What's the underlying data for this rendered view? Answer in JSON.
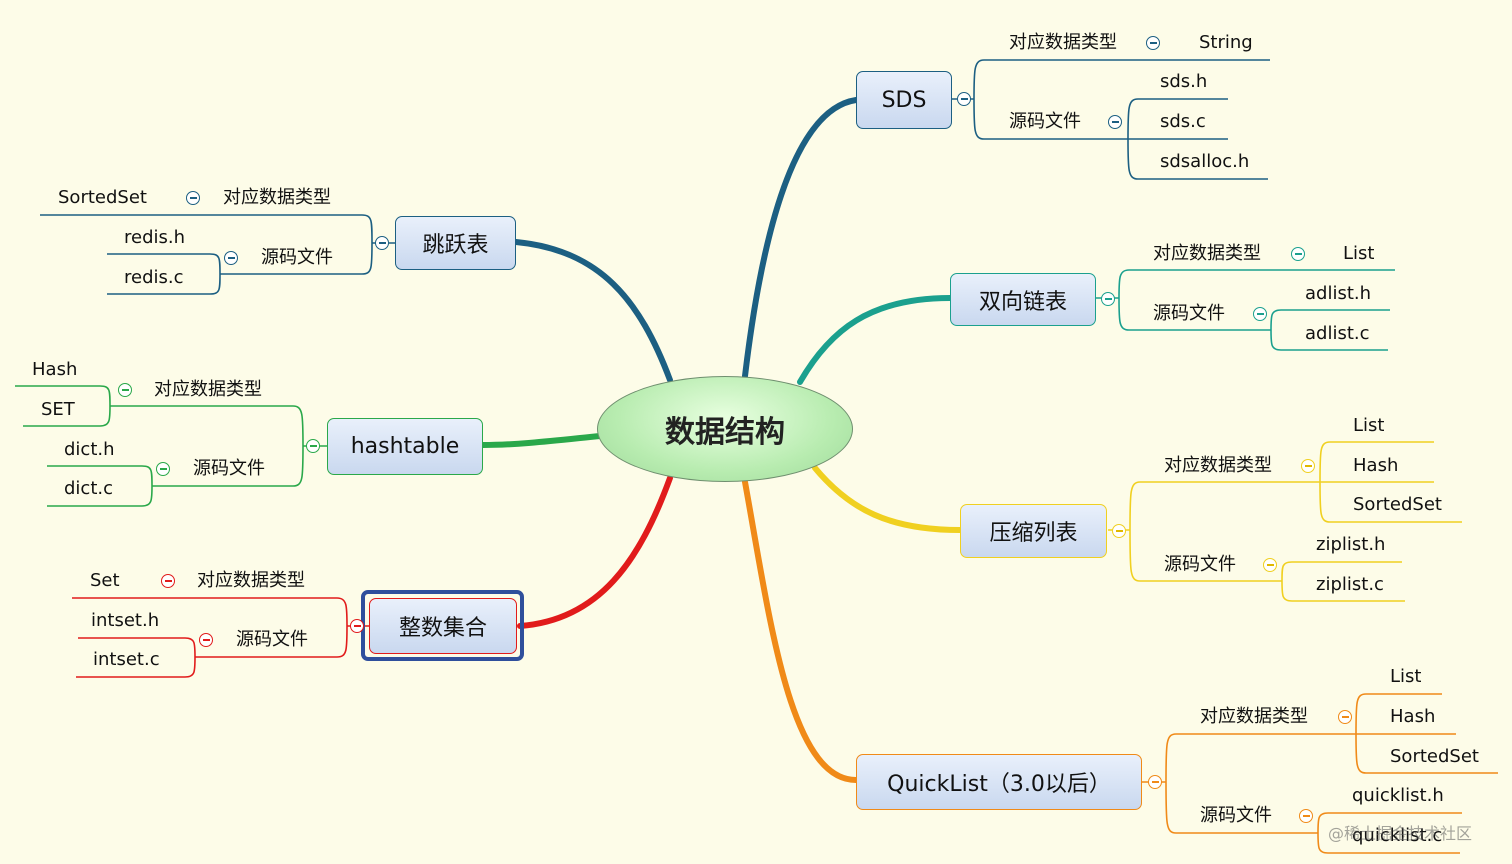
{
  "root": "数据结构",
  "sds": {
    "title": "SDS",
    "type_label": "对应数据类型",
    "type_value": "String",
    "src_label": "源码文件",
    "files": [
      "sds.h",
      "sds.c",
      "sdsalloc.h"
    ],
    "color": "#1c5f82"
  },
  "skiplist": {
    "title": "跳跃表",
    "type_label": "对应数据类型",
    "type_value": "SortedSet",
    "src_label": "源码文件",
    "files": [
      "redis.h",
      "redis.c"
    ],
    "color": "#1c5f82"
  },
  "adlist": {
    "title": "双向链表",
    "type_label": "对应数据类型",
    "type_value": "List",
    "src_label": "源码文件",
    "files": [
      "adlist.h",
      "adlist.c"
    ],
    "color": "#1ba08e"
  },
  "hashtable": {
    "title": "hashtable",
    "type_label": "对应数据类型",
    "types": [
      "Hash",
      "SET"
    ],
    "src_label": "源码文件",
    "files": [
      "dict.h",
      "dict.c"
    ],
    "color": "#2aa84a"
  },
  "ziplist": {
    "title": "压缩列表",
    "type_label": "对应数据类型",
    "types": [
      "List",
      "Hash",
      "SortedSet"
    ],
    "src_label": "源码文件",
    "files": [
      "ziplist.h",
      "ziplist.c"
    ],
    "color": "#f0d020"
  },
  "intset": {
    "title": "整数集合",
    "type_label": "对应数据类型",
    "type_value": "Set",
    "src_label": "源码文件",
    "files": [
      "intset.h",
      "intset.c"
    ],
    "color": "#e11b1b"
  },
  "quicklist": {
    "title": "QuickList（3.0以后）",
    "type_label": "对应数据类型",
    "types": [
      "List",
      "Hash",
      "SortedSet"
    ],
    "src_label": "源码文件",
    "files": [
      "quicklist.h",
      "quicklist.c"
    ],
    "color": "#f08a18"
  },
  "watermark": "@稀土掘金技术社区"
}
